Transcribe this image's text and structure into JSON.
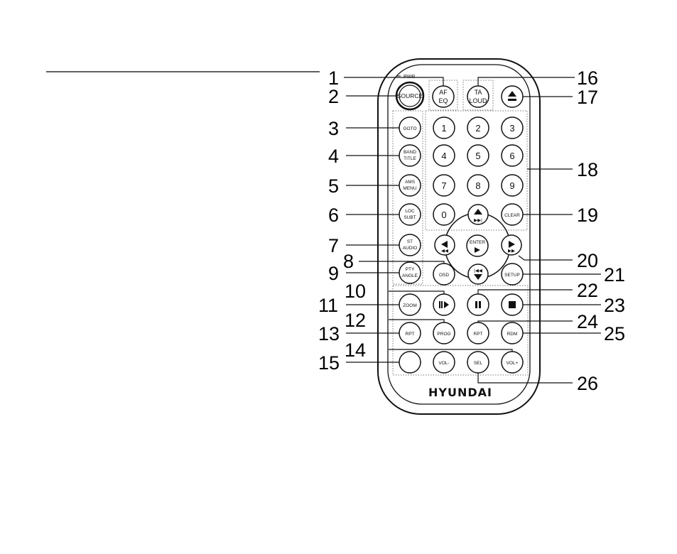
{
  "remote": {
    "brand": "HYUNDAI",
    "pwr_label": "PWR",
    "buttons": {
      "af_eq": [
        "AF",
        "EQ"
      ],
      "ta_loud": [
        "TA",
        "LOUD"
      ],
      "eject": "eject-icon",
      "source": "SOURCE",
      "band": [
        "BAND"
      ],
      "ams_menu": [
        "AMS",
        "MENU"
      ],
      "loc_subt": [
        "LOC",
        "SUBT"
      ],
      "st_audio": [
        "ST",
        "AUDIO"
      ],
      "pty_angle": [
        "PTY",
        "ANGLE"
      ],
      "digits": [
        "1",
        "2",
        "3",
        "4",
        "5",
        "6",
        "7",
        "8",
        "9",
        "0"
      ],
      "enter": "ENTER",
      "clear": "CLEAR",
      "osd": "OSD",
      "setup": "SETUP",
      "zoom": "ZOOM",
      "prog": "PROG",
      "rpt": "RPT",
      "rdm": "RDM",
      "vol_minus": "VOL-",
      "sel": "SEL",
      "vol_plus": "VOL+"
    }
  },
  "callouts": [
    "1",
    "2",
    "3",
    "4",
    "5",
    "6",
    "7",
    "8",
    "9",
    "10",
    "11",
    "12",
    "13",
    "14",
    "15",
    "16",
    "17",
    "18",
    "19",
    "20",
    "21",
    "22",
    "23",
    "24",
    "25",
    "26"
  ]
}
